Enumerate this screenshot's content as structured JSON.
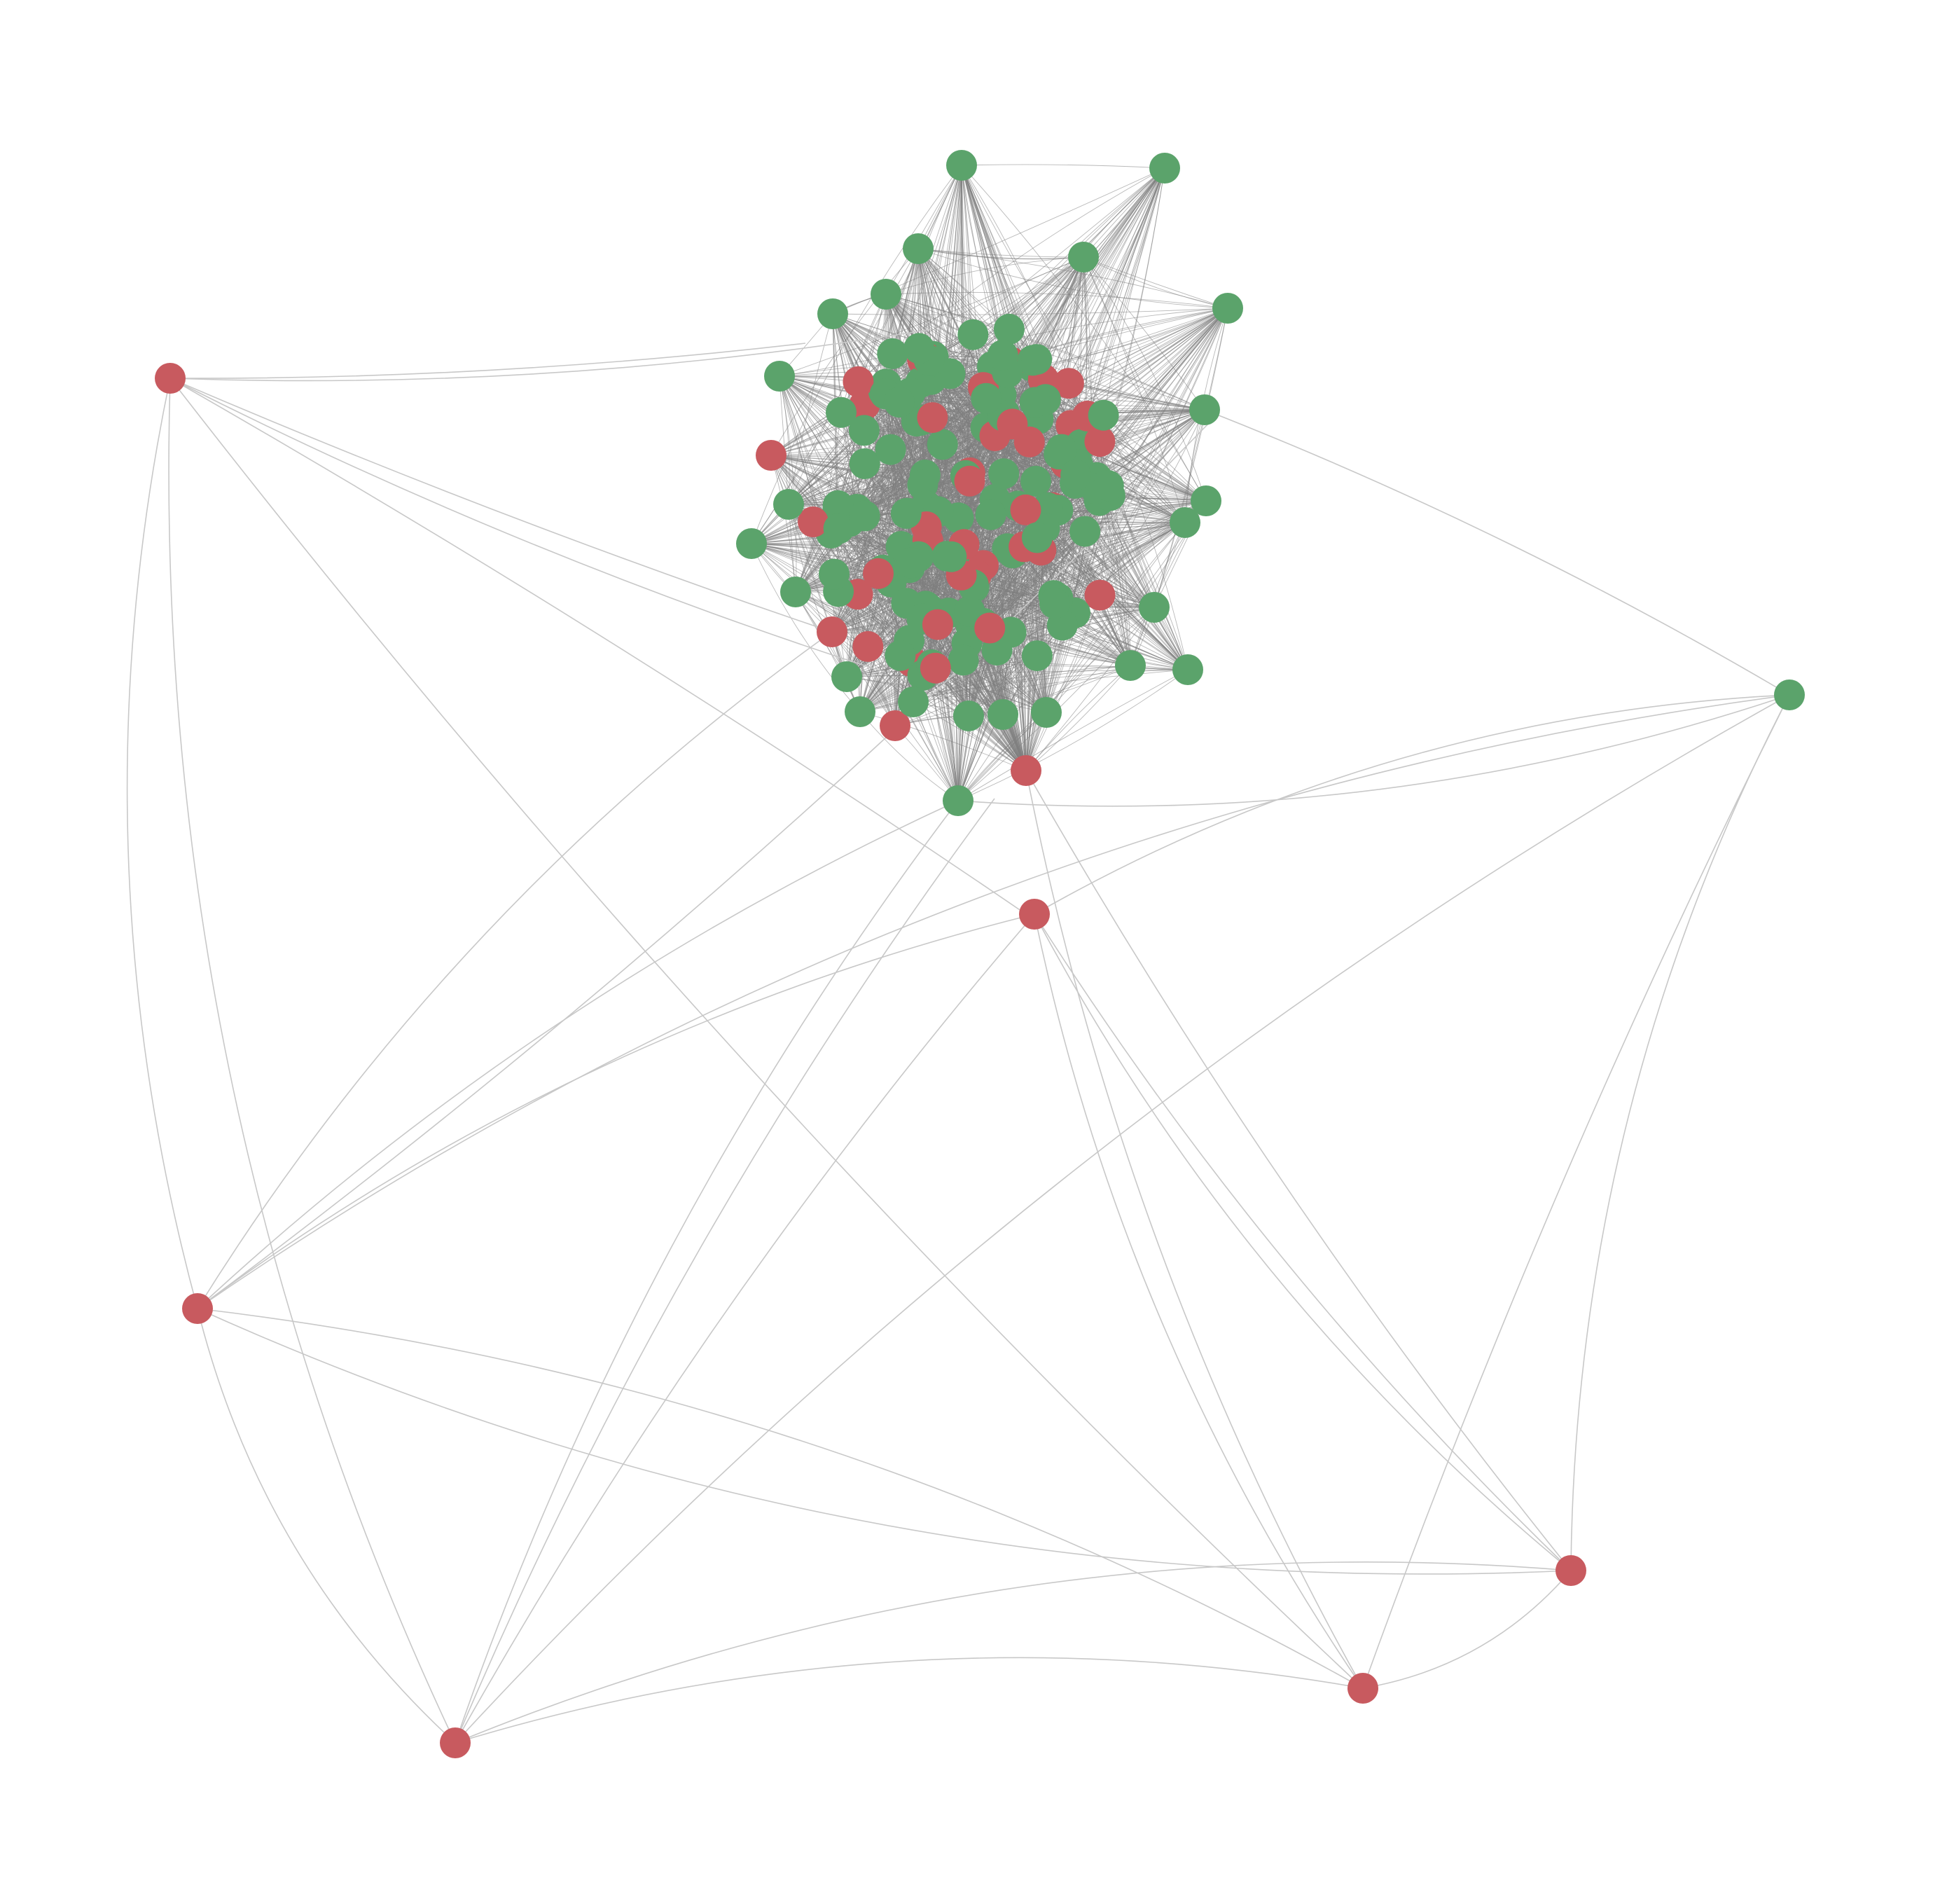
{
  "graph": {
    "node_colors": {
      "red": "#c85a5f",
      "green": "#5ba36b"
    },
    "edge_colors": {
      "sparse": "#c8c8c8",
      "dense": "#808080"
    },
    "background": "#ffffff",
    "description_visible_text": ""
  },
  "chart_data": {
    "type": "network",
    "outer_nodes": [
      {
        "id": "outer-red-1",
        "color": "red"
      },
      {
        "id": "outer-red-2",
        "color": "red"
      },
      {
        "id": "outer-red-3",
        "color": "red"
      },
      {
        "id": "outer-red-4",
        "color": "red"
      },
      {
        "id": "outer-red-5",
        "color": "red"
      },
      {
        "id": "outer-red-6",
        "color": "red"
      },
      {
        "id": "outer-red-7",
        "color": "red"
      },
      {
        "id": "outer-green-1",
        "color": "green"
      }
    ]
  }
}
